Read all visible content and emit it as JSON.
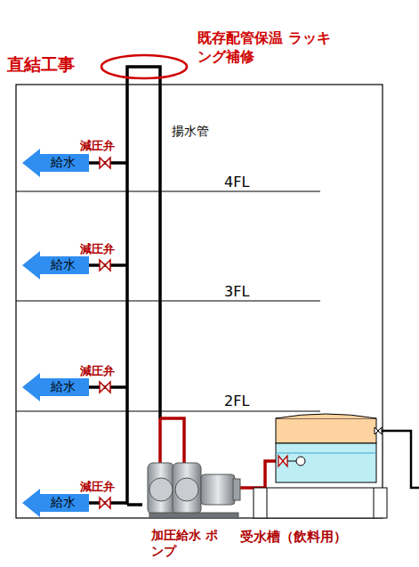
{
  "diagram": {
    "nodes": [
      {
        "text": [
          "給水"
        ]
      },
      {
        "text": [
          "給水"
        ]
      },
      {
        "text": [
          "給水"
        ]
      },
      {
        "text": [
          "給水"
        ]
      }
    ],
    "labels": [
      "直結工事",
      "既存配管保温 ラッキング補修",
      "揚水管",
      "4FL",
      "3FL",
      "2FL",
      "減圧弁",
      "減圧弁",
      "減圧弁",
      "減圧弁",
      "加圧給水 ポンプ",
      "受水槽（飲料用）"
    ]
  }
}
